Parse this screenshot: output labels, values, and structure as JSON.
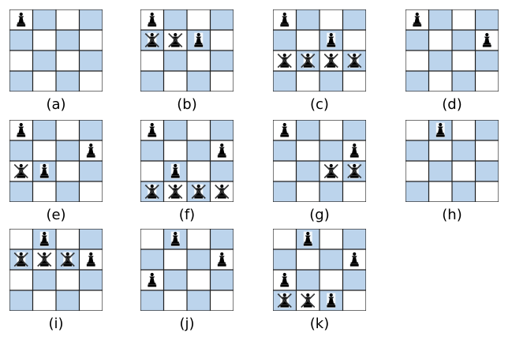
{
  "colors": {
    "dark": "#bcd4ec",
    "light": "#ffffff",
    "grid": "#1f1f1f",
    "piece": "#000000",
    "cross": "#333333"
  },
  "panels": [
    {
      "label": "(a)",
      "queens": [
        [
          0,
          0
        ]
      ],
      "crossed": []
    },
    {
      "label": "(b)",
      "queens": [
        [
          0,
          0
        ],
        [
          1,
          2
        ]
      ],
      "crossed": [
        [
          1,
          0
        ],
        [
          1,
          1
        ]
      ]
    },
    {
      "label": "(c)",
      "queens": [
        [
          0,
          0
        ],
        [
          1,
          2
        ]
      ],
      "crossed": [
        [
          2,
          0
        ],
        [
          2,
          1
        ],
        [
          2,
          2
        ],
        [
          2,
          3
        ]
      ]
    },
    {
      "label": "(d)",
      "queens": [
        [
          0,
          0
        ],
        [
          1,
          3
        ]
      ],
      "crossed": []
    },
    {
      "label": "(e)",
      "queens": [
        [
          0,
          0
        ],
        [
          1,
          3
        ],
        [
          2,
          1
        ]
      ],
      "crossed": [
        [
          2,
          0
        ]
      ]
    },
    {
      "label": "(f)",
      "queens": [
        [
          0,
          0
        ],
        [
          1,
          3
        ],
        [
          2,
          1
        ]
      ],
      "crossed": [
        [
          3,
          0
        ],
        [
          3,
          1
        ],
        [
          3,
          2
        ],
        [
          3,
          3
        ]
      ]
    },
    {
      "label": "(g)",
      "queens": [
        [
          0,
          0
        ],
        [
          1,
          3
        ]
      ],
      "crossed": [
        [
          2,
          2
        ],
        [
          2,
          3
        ]
      ]
    },
    {
      "label": "(h)",
      "queens": [
        [
          0,
          1
        ]
      ],
      "crossed": []
    },
    {
      "label": "(i)",
      "queens": [
        [
          0,
          1
        ],
        [
          1,
          3
        ]
      ],
      "crossed": [
        [
          1,
          0
        ],
        [
          1,
          1
        ],
        [
          1,
          2
        ]
      ]
    },
    {
      "label": "(j)",
      "queens": [
        [
          0,
          1
        ],
        [
          1,
          3
        ],
        [
          2,
          0
        ]
      ],
      "crossed": []
    },
    {
      "label": "(k)",
      "queens": [
        [
          0,
          1
        ],
        [
          1,
          3
        ],
        [
          2,
          0
        ],
        [
          3,
          2
        ]
      ],
      "crossed": [
        [
          3,
          0
        ],
        [
          3,
          1
        ]
      ]
    }
  ]
}
